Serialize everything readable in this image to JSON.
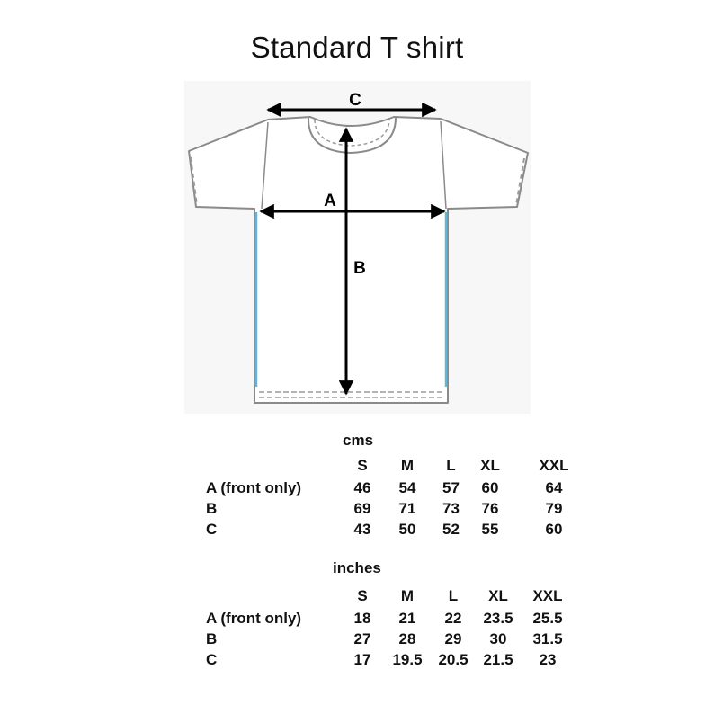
{
  "title": "Standard T shirt",
  "diagram": {
    "labels": {
      "a": "A",
      "b": "B",
      "c": "C"
    },
    "colors": {
      "outline": "#8a8a8a",
      "arrow": "#000000",
      "side_seam": "#5fb8d8",
      "stitch": "#9a9a9a"
    }
  },
  "tables": [
    {
      "unit": "cms",
      "sizes": [
        "S",
        "M",
        "L",
        "XL",
        "XXL"
      ],
      "rows": [
        {
          "label": "A (front only)",
          "values": [
            "46",
            "54",
            "57",
            "60",
            "64"
          ]
        },
        {
          "label": "B",
          "values": [
            "69",
            "71",
            "73",
            "76",
            "79"
          ]
        },
        {
          "label": "C",
          "values": [
            "43",
            "50",
            "52",
            "55",
            "60"
          ]
        }
      ]
    },
    {
      "unit": "inches",
      "sizes": [
        "S",
        "M",
        "L",
        "XL",
        "XXL"
      ],
      "rows": [
        {
          "label": "A (front only)",
          "values": [
            "18",
            "21",
            "22",
            "23.5",
            "25.5"
          ]
        },
        {
          "label": "B",
          "values": [
            "27",
            "28",
            "29",
            "30",
            "31.5"
          ]
        },
        {
          "label": "C",
          "values": [
            "17",
            "19.5",
            "20.5",
            "21.5",
            "23"
          ]
        }
      ]
    }
  ]
}
